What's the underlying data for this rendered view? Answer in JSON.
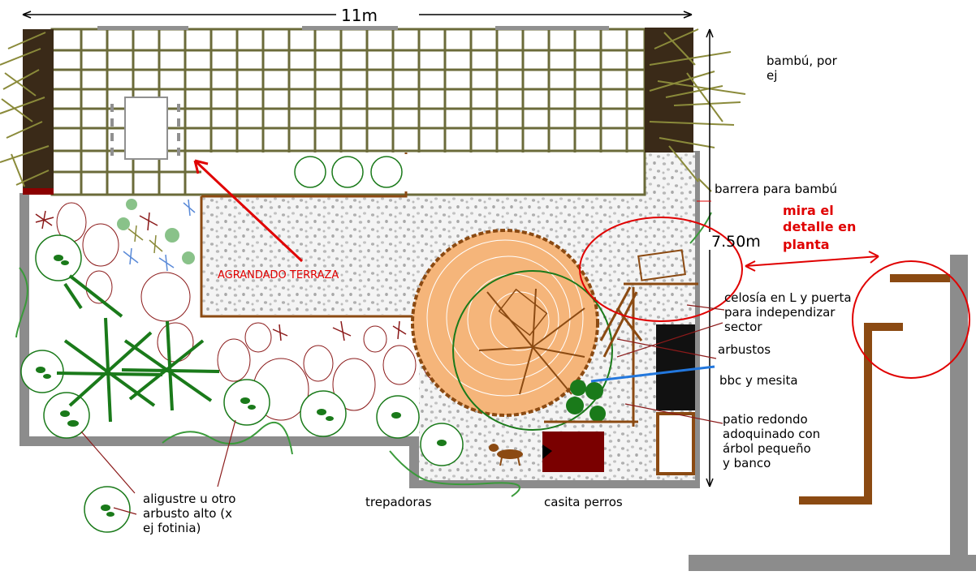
{
  "dimensions": {
    "width": "11m",
    "height": "7.50m"
  },
  "labels": {
    "bamboo": [
      "bambú, por",
      "ej"
    ],
    "bamboo_barrier": "barrera para bambú",
    "see_detail": [
      "mira el",
      "detalle en",
      "planta"
    ],
    "enlarged_terrace": "AGRANDADO TERRAZA",
    "lattice": [
      "celosía en L y puerta",
      "para independizar",
      "sector"
    ],
    "shrubs": "arbustos",
    "bbq": "bbc y mesita",
    "round_patio": [
      "patio redondo",
      "adoquinado con",
      "árbol pequeño",
      "y banco"
    ],
    "privet": [
      "aligustre u otro",
      "arbusto alto (x",
      "ej fotinia)"
    ],
    "climbers": "trepadoras",
    "doghouse": "casita perros"
  },
  "colors": {
    "terrace_grid": "#6b6b3a",
    "bamboo_bed": "#3a2a18",
    "bamboo": "#8a8a3a",
    "wall": "#8c8c8c",
    "border": "#8b4a12",
    "patio_fill": "#f5b57a",
    "shrub_green": "#1a7a1a",
    "accent_red": "#e00000",
    "bbq_black": "#111111",
    "doghouse_red": "#7a0000",
    "arrow_blue": "#2277dd"
  }
}
